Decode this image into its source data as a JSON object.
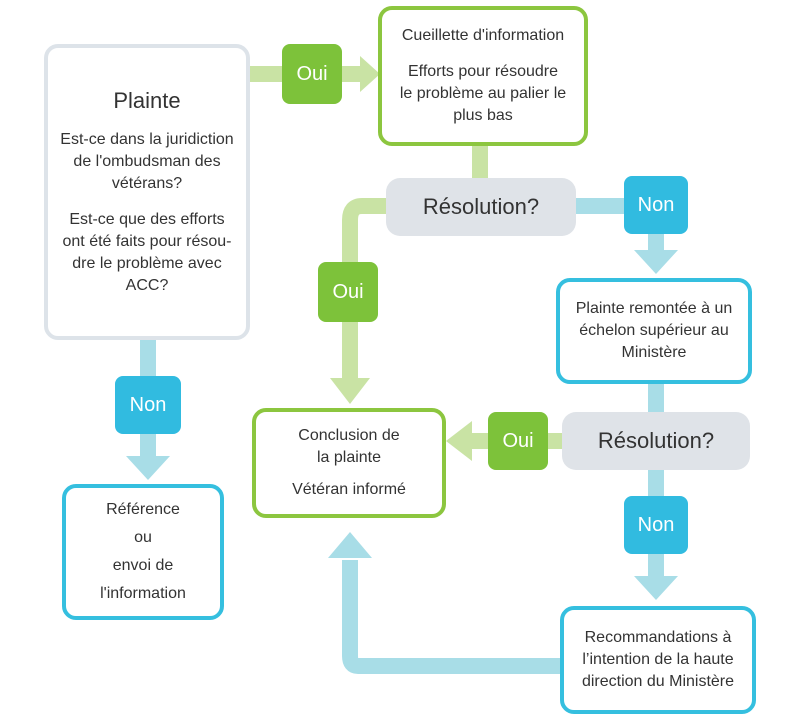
{
  "colors": {
    "green_line": "#c9e3a4",
    "blue_line": "#a8dde7",
    "green_label": "#7dc23a",
    "blue_label": "#31bbe0",
    "decision_fill": "#dfe3e8"
  },
  "plainte": {
    "title": "Plainte",
    "q1_lines": [
      "Est-ce dans la juridiction",
      "de l'ombudsman des",
      "vétérans?"
    ],
    "q2_lines": [
      "Est-ce que des efforts",
      "ont été faits pour résou-",
      "dre le problème avec",
      "ACC?"
    ]
  },
  "cueillette": {
    "line1": "Cueillette d'information",
    "lines2": [
      "Efforts pour résoudre",
      "le problème au palier le",
      "plus bas"
    ]
  },
  "resolution1": "Résolution?",
  "resolution2": "Résolution?",
  "remontee_lines": [
    "Plainte remontée à un",
    "échelon supérieur au",
    "Ministère"
  ],
  "conclusion": {
    "lines": [
      "Conclusion de",
      "la plainte"
    ],
    "veteran": "Vétéran informé"
  },
  "reference_lines": [
    "Référence",
    "ou",
    "envoi de",
    "l'information"
  ],
  "recommandations_lines": [
    "Recommandations à",
    "l’intention de la haute",
    "direction du Ministère"
  ],
  "labels": {
    "oui_top": "Oui",
    "non_left": "Non",
    "non_top_right": "Non",
    "oui_left_mid": "Oui",
    "oui_mid": "Oui",
    "non_bottom_right": "Non"
  }
}
